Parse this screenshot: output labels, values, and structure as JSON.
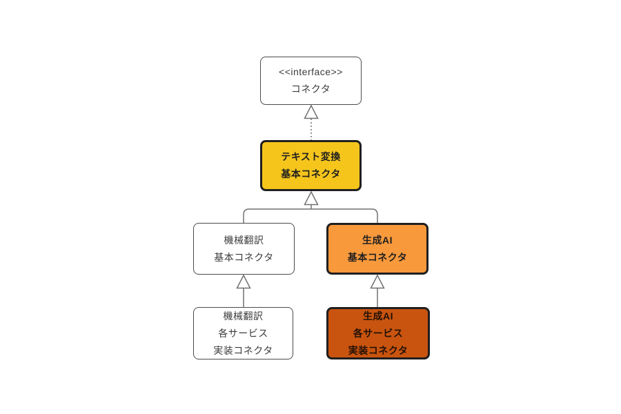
{
  "diagram": {
    "nodes": {
      "interface": {
        "lines": [
          "<<interface>>",
          "コネクタ"
        ]
      },
      "text_transform_base": {
        "lines": [
          "テキスト変換",
          "基本コネクタ"
        ],
        "fill": "#F5C51C"
      },
      "machine_translation_base": {
        "lines": [
          "機械翻訳",
          "基本コネクタ"
        ],
        "fill": "#FFFFFF"
      },
      "genai_base": {
        "lines": [
          "生成AI",
          "基本コネクタ"
        ],
        "fill": "#F8993C"
      },
      "machine_translation_impl": {
        "lines": [
          "機械翻訳",
          "各サービス",
          "実装コネクタ"
        ],
        "fill": "#FFFFFF"
      },
      "genai_impl": {
        "lines": [
          "生成AI",
          "各サービス",
          "実装コネクタ"
        ],
        "fill": "#C9540F"
      }
    },
    "colors": {
      "background": "#FFFFFF",
      "strong_border": "#1F1F1F",
      "light_border": "#4A4A4A",
      "connector_line": "#707070",
      "text": "#3B3B3B"
    }
  }
}
